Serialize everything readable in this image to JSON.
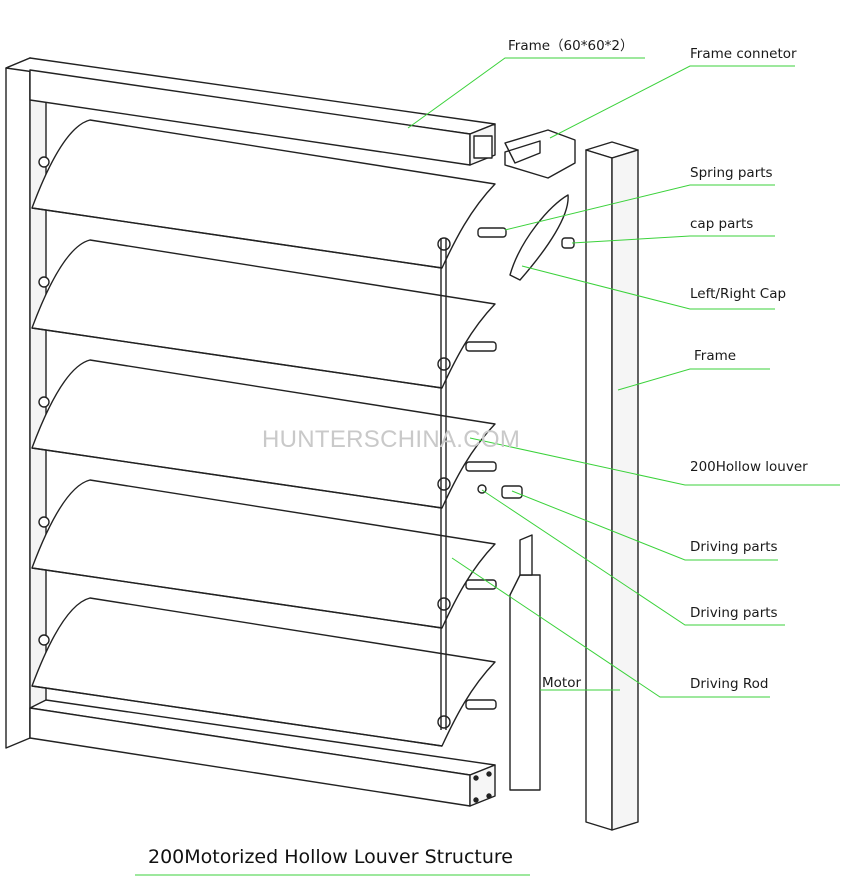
{
  "title": "200Motorized Hollow Louver Structure",
  "watermark": "HUNTERSCHINA.COM",
  "labels": {
    "frame_top": "Frame（60*60*2）",
    "frame_connector": "Frame connetor",
    "spring_parts": "Spring parts",
    "cap_parts": "cap parts",
    "left_right_cap": "Left/Right Cap",
    "frame": "Frame",
    "hollow_louver": "200Hollow louver",
    "driving_parts_1": "Driving parts",
    "driving_parts_2": "Driving parts",
    "driving_rod": "Driving Rod",
    "motor": "Motor"
  },
  "colors": {
    "leader": "#3bd23b",
    "line": "#222222"
  }
}
